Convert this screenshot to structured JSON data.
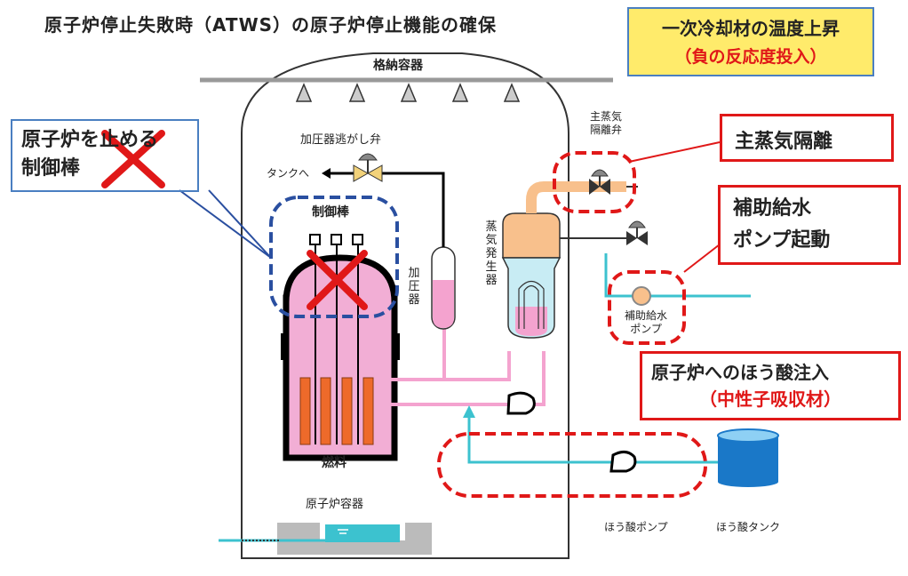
{
  "title": "原子炉停止失敗時（ATWS）の原子炉停止機能の確保",
  "info_box": {
    "line1": "一次冷却材の温度上昇",
    "line2": "（負の反応度投入）"
  },
  "callouts": {
    "control_rods_fail": {
      "line1": "原子炉を止める",
      "line2": "制御棒"
    },
    "msiv_isolation": "主蒸気隔離",
    "aux_feedwater": {
      "line1": "補助給水",
      "line2": "ポンプ起動"
    },
    "boric_acid": {
      "line1": "原子炉へのほう酸注入",
      "line2": "（中性子吸収材）"
    }
  },
  "labels": {
    "containment": "格納容器",
    "pressurizer_relief_valve": "加圧器逃がし弁",
    "to_tank": "タンクへ",
    "control_rod": "制御棒",
    "pressurizer": "加圧器",
    "steam_generator": "蒸気発生器",
    "main_steam_isolation_valve": {
      "line1": "主蒸気",
      "line2": "隔離弁"
    },
    "aux_feedwater_pump": {
      "line1": "補助給水",
      "line2": "ポンプ"
    },
    "fuel": "燃料",
    "reactor_vessel": "原子炉容器",
    "boric_acid_pump": "ほう酸ポンプ",
    "boric_acid_tank": "ほう酸タンク"
  },
  "colors": {
    "accent_red": "#e01818",
    "dashed_blue": "#2a4fa0",
    "pink": "#f4a3cf",
    "cyan": "#3cc2cf",
    "fuel_orange": "#ee6a2a",
    "tank_blue": "#1a78c8",
    "info_yellow": "#ffeb6b"
  }
}
